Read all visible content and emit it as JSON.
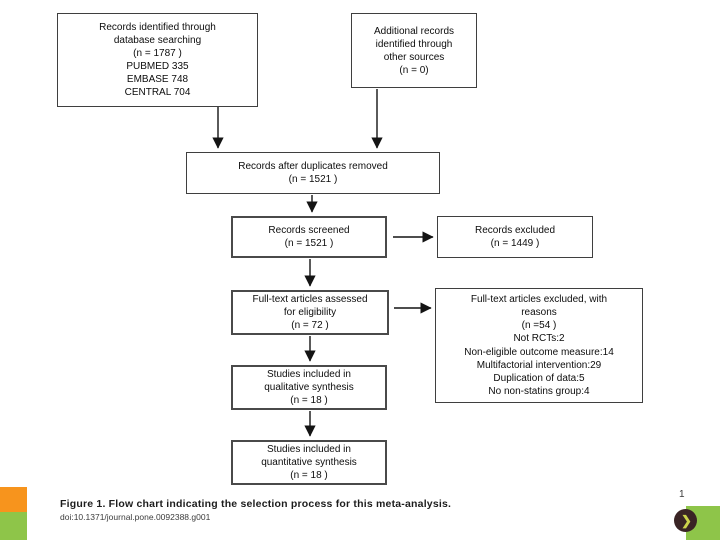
{
  "slide": {
    "page_number": "1"
  },
  "diagram": {
    "boxes": {
      "identified": {
        "lines": [
          "Records identified through",
          "database searching",
          "(n = 1787 )",
          "PUBMED 335",
          "EMBASE 748",
          "CENTRAL 704"
        ]
      },
      "additional": {
        "lines": [
          "Additional records",
          "identified through",
          "other sources",
          "(n = 0)"
        ]
      },
      "duplicates": {
        "lines": [
          "Records after duplicates removed",
          "(n = 1521 )"
        ]
      },
      "screened": {
        "lines": [
          "Records screened",
          "(n = 1521 )"
        ]
      },
      "excluded": {
        "lines": [
          "Records excluded",
          "(n = 1449 )"
        ]
      },
      "fulltext": {
        "lines": [
          "Full-text articles assessed",
          "for eligibility",
          "(n = 72 )"
        ]
      },
      "fulltext_excluded": {
        "lines": [
          "Full-text articles excluded, with",
          "reasons",
          "(n =54 )",
          "Not RCTs:2",
          "Non-eligible outcome measure:14",
          "Multifactorial intervention:29",
          "Duplication of data:5",
          "No non-statins group:4"
        ]
      },
      "qualitative": {
        "lines": [
          "Studies included in",
          "qualitative synthesis",
          "(n = 18 )"
        ]
      },
      "quantitative": {
        "lines": [
          "Studies included in",
          "quantitative synthesis",
          "(n = 18 )"
        ]
      }
    }
  },
  "caption": {
    "title": "Figure 1. Flow chart indicating the selection process for this meta-analysis.",
    "doi": "doi:10.1371/journal.pone.0092388.g001"
  },
  "colors": {
    "accent_orange": "#F7941D",
    "accent_green": "#8EC549",
    "box_border": "#3f3f3f"
  }
}
